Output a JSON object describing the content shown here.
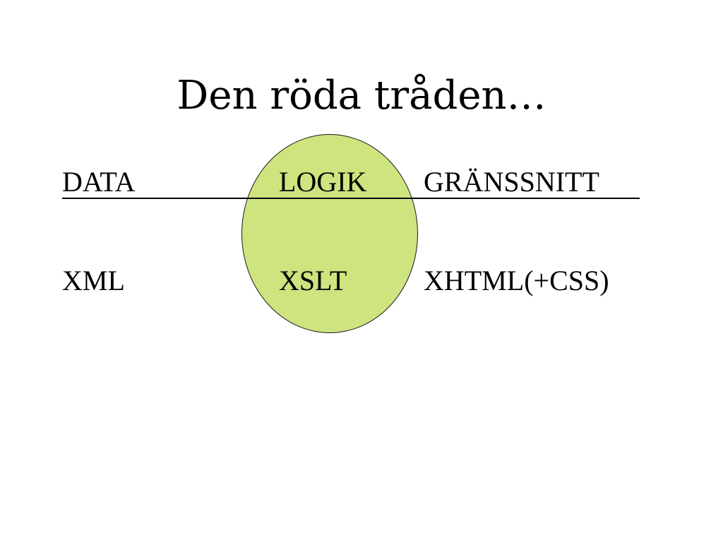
{
  "slide": {
    "title": "Den röda tråden…",
    "header_row": {
      "data": "DATA",
      "logic": "LOGIK",
      "interface": "GRÄNSSNITT"
    },
    "tech_row": {
      "data": "XML",
      "logic": "XSLT",
      "interface": "XHTML(+CSS)"
    }
  },
  "colors": {
    "highlight_ellipse": "#cde47f",
    "text": "#000000",
    "background": "#ffffff"
  }
}
